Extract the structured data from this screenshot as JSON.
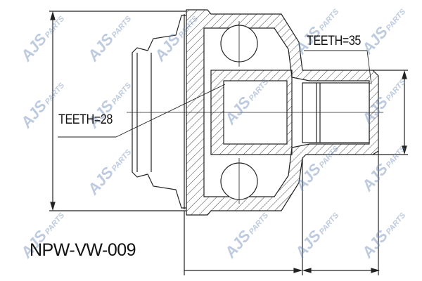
{
  "drawing": {
    "part_number": "NPW-VW-009",
    "outer_spline_label": "TEETH=35",
    "inner_spline_label": "TEETH=28"
  },
  "watermark": {
    "brand": "AJS",
    "suffix": "PARTS",
    "color": "#6e8cb9"
  },
  "colors": {
    "line": "#222222",
    "hatch": "#444444"
  }
}
